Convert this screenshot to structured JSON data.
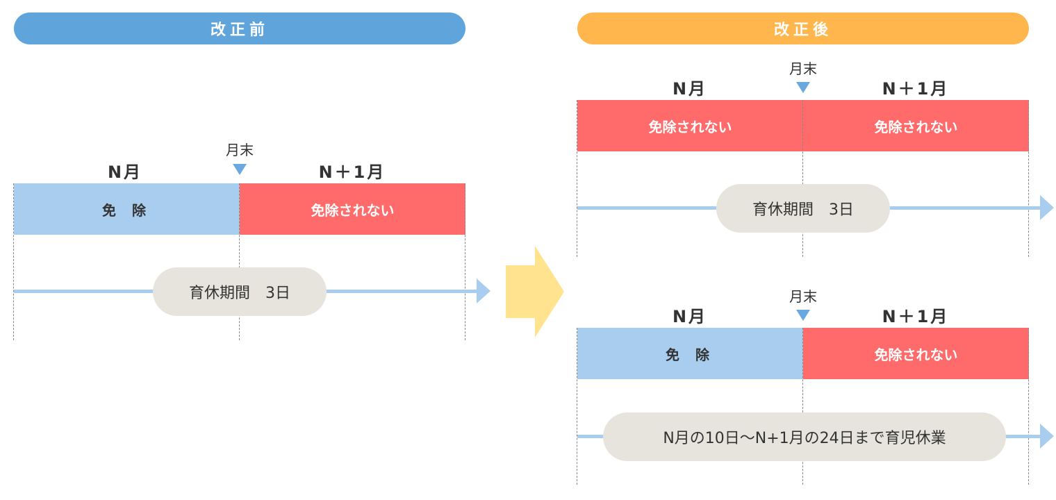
{
  "before": {
    "header": "改正前",
    "month_n": "N月",
    "month_n1": "N＋1月",
    "getsumatsu": "月末",
    "box_left": "免 除",
    "box_right": "免除されない",
    "period": "育休期間　3日"
  },
  "after": {
    "header": "改正後",
    "case1": {
      "month_n": "N月",
      "month_n1": "N＋1月",
      "getsumatsu": "月末",
      "box_left": "免除されない",
      "box_right": "免除されない",
      "period": "育休期間　3日"
    },
    "case2": {
      "month_n": "N月",
      "month_n1": "N＋1月",
      "getsumatsu": "月末",
      "box_left": "免 除",
      "box_right": "免除されない",
      "period": "N月の10日〜N+1月の24日まで育児休業"
    }
  },
  "colors": {
    "before_header": "#5fa5dc",
    "after_header": "#ffb74d",
    "exempt": "#a9cdee",
    "not_exempt": "#ff6a6a",
    "period_pill": "#e6e4dd",
    "transition_arrow": "#ffe38e"
  },
  "icons": {
    "transition": "right-arrow-icon",
    "month_end_marker": "down-triangle-icon"
  }
}
